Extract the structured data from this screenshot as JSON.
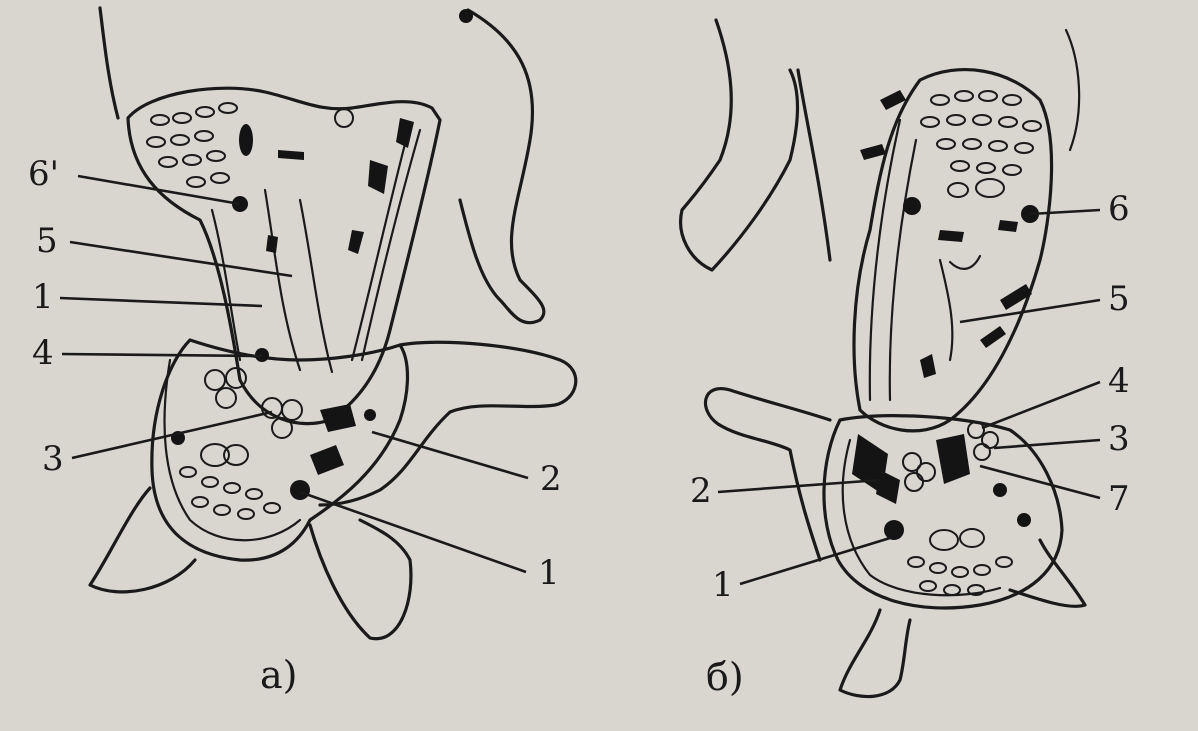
{
  "figure_a": {
    "caption": "а)",
    "labels": {
      "l6p": "6'",
      "l5": "5",
      "l1a": "1",
      "l4": "4",
      "l3": "3",
      "l2": "2",
      "l1b": "1"
    }
  },
  "figure_b": {
    "caption": "б)",
    "labels": {
      "l6": "6",
      "l5": "5",
      "l4": "4",
      "l3": "3",
      "l2": "2",
      "l7": "7",
      "l1": "1"
    }
  }
}
